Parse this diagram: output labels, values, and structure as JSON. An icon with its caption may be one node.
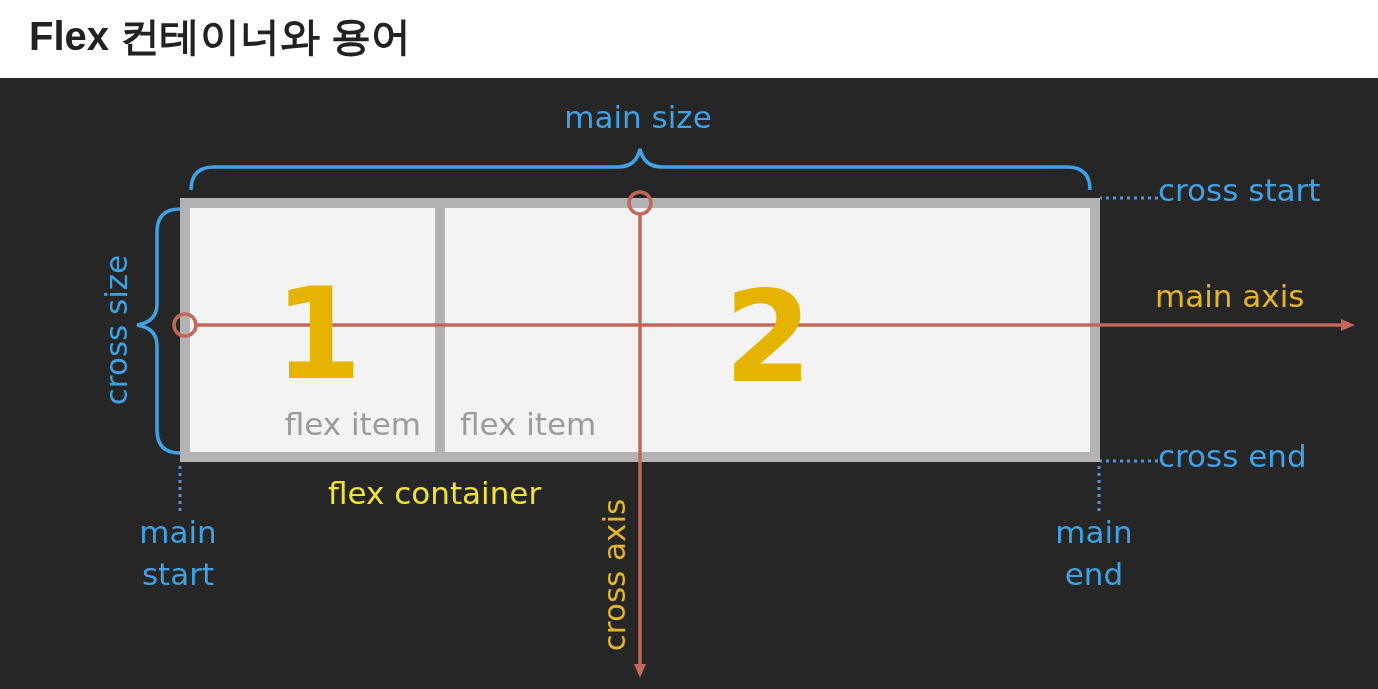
{
  "diagram": {
    "title": "Flex 컨테이너와 용어",
    "nodes": [
      {
        "text": [
          "flex container"
        ]
      },
      {
        "text": [
          "1",
          "flex item"
        ],
        "in": 0
      },
      {
        "text": [
          "2",
          "flex item"
        ],
        "in": 0
      },
      {
        "text": [
          "cross start"
        ]
      },
      {
        "text": [
          "cross end"
        ]
      },
      {
        "text": [
          "main start"
        ]
      },
      {
        "text": [
          "main end"
        ]
      }
    ],
    "edges": [
      {
        "from": 3,
        "to": 0,
        "arrow": "none"
      },
      {
        "from": 4,
        "to": 0,
        "arrow": "none"
      },
      {
        "from": 5,
        "to": 0,
        "arrow": "none"
      },
      {
        "from": 6,
        "to": 0,
        "arrow": "none"
      }
    ],
    "labels": [
      "main size",
      "cross size",
      "main axis",
      "cross axis"
    ]
  }
}
